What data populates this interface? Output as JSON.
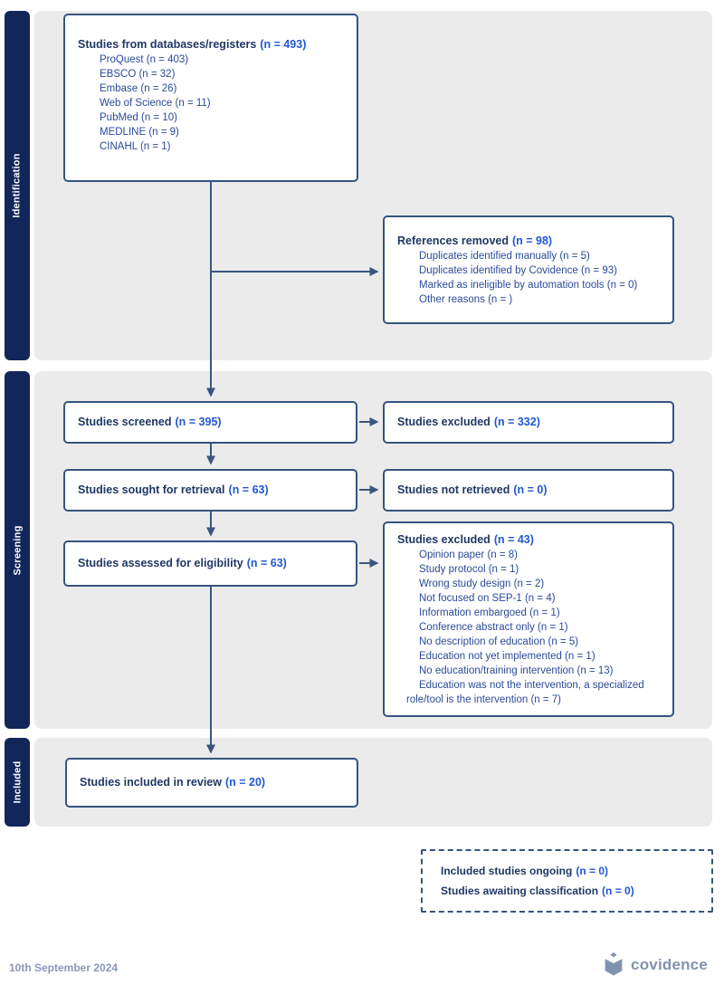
{
  "sections": [
    {
      "label": "Identification"
    },
    {
      "label": "Screening"
    },
    {
      "label": "Included"
    }
  ],
  "boxes": {
    "databases": {
      "label": "Studies from databases/registers",
      "n": "(n = 493)",
      "items": [
        "ProQuest (n = 403)",
        "EBSCO (n = 32)",
        "Embase (n = 26)",
        "Web of Science (n = 11)",
        "PubMed (n = 10)",
        "MEDLINE (n = 9)",
        "CINAHL (n = 1)"
      ]
    },
    "references_removed": {
      "label": "References removed",
      "n": "(n = 98)",
      "items": [
        "Duplicates identified manually (n = 5)",
        "Duplicates identified by Covidence (n = 93)",
        "Marked as ineligible by automation tools (n = 0)",
        "Other reasons (n = )"
      ]
    },
    "screened": {
      "label": "Studies screened",
      "n": "(n = 395)"
    },
    "excluded_screening": {
      "label": "Studies excluded",
      "n": "(n = 332)"
    },
    "sought": {
      "label": "Studies sought for retrieval",
      "n": "(n = 63)"
    },
    "not_retrieved": {
      "label": "Studies not retrieved",
      "n": "(n = 0)"
    },
    "assessed": {
      "label": "Studies assessed for eligibility",
      "n": "(n = 63)"
    },
    "excluded_eligibility": {
      "label": "Studies excluded",
      "n": "(n = 43)",
      "items": [
        "Opinion paper (n = 8)",
        "Study protocol (n = 1)",
        "Wrong study design (n = 2)",
        "Not focused on SEP-1 (n = 4)",
        "Information embargoed (n = 1)",
        "Conference abstract only (n = 1)",
        "No description of education (n = 5)",
        "Education not yet implemented (n = 1)",
        "No education/training intervention (n = 13)",
        "Education was not the intervention, a specialized role/tool is the intervention (n = 7)"
      ]
    },
    "included": {
      "label": "Studies included in review",
      "n": "(n = 20)"
    },
    "awaiting": {
      "lines": [
        {
          "label": "Included studies ongoing",
          "n": "(n = 0)"
        },
        {
          "label": "Studies awaiting classification",
          "n": "(n = 0)"
        }
      ]
    }
  },
  "footer": {
    "date": "10th September 2024",
    "logo_text": "covidence"
  },
  "colors": {
    "sidebar_navy": "#12265a",
    "panel_gray": "#ebebec",
    "box_border": "#35547e",
    "arrow": "#3a567f",
    "heading_text": "#1f3864",
    "subitem_text": "#2a4a99",
    "n_value": "#2257d6",
    "footer_text": "#8b96ba",
    "logo": "#8093ad"
  }
}
